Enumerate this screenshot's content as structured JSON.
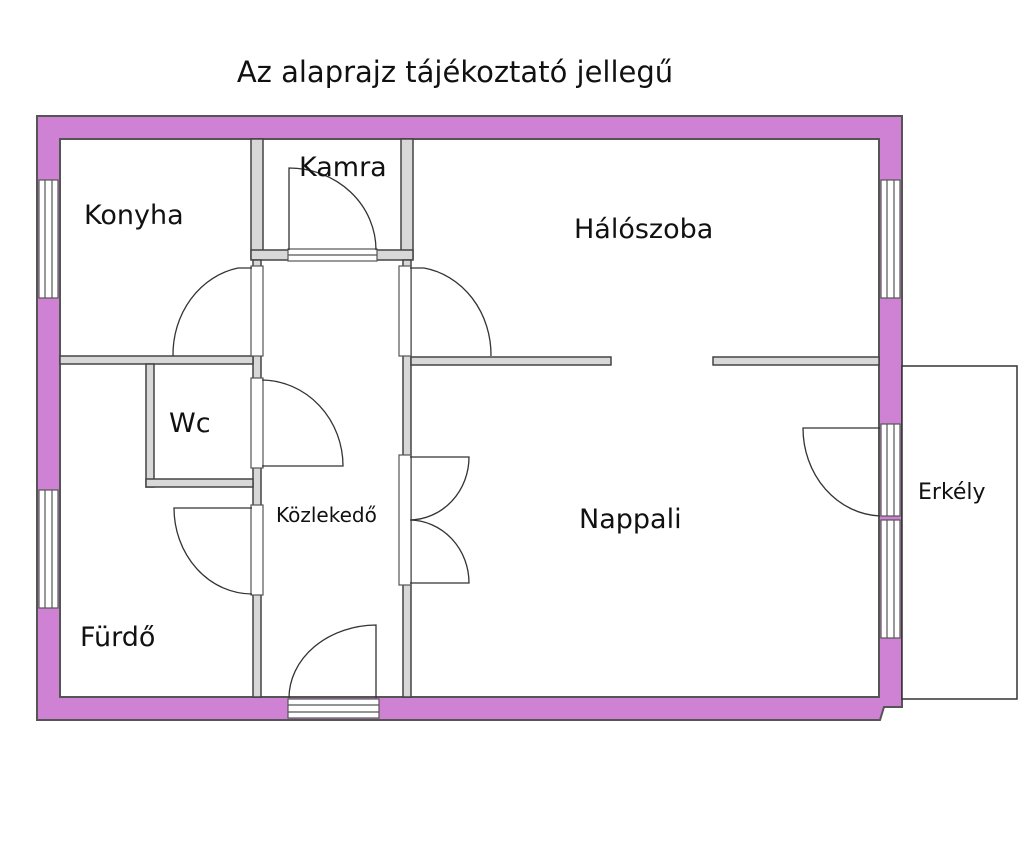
{
  "caption": "Az alaprajz tájékoztató jellegű",
  "colors": {
    "exterior_wall": "#cf82d3",
    "wall_outline": "#555555",
    "interior_wall": "#d8d8d8",
    "line": "#333333",
    "background": "#ffffff"
  },
  "rooms": {
    "konyha": "Konyha",
    "kamra": "Kamra",
    "haloszoba": "Hálószoba",
    "wc": "Wc",
    "kozlekedo": "Közlekedő",
    "nappali": "Nappali",
    "erkely": "Erkély",
    "furdo": "Fürdő"
  }
}
